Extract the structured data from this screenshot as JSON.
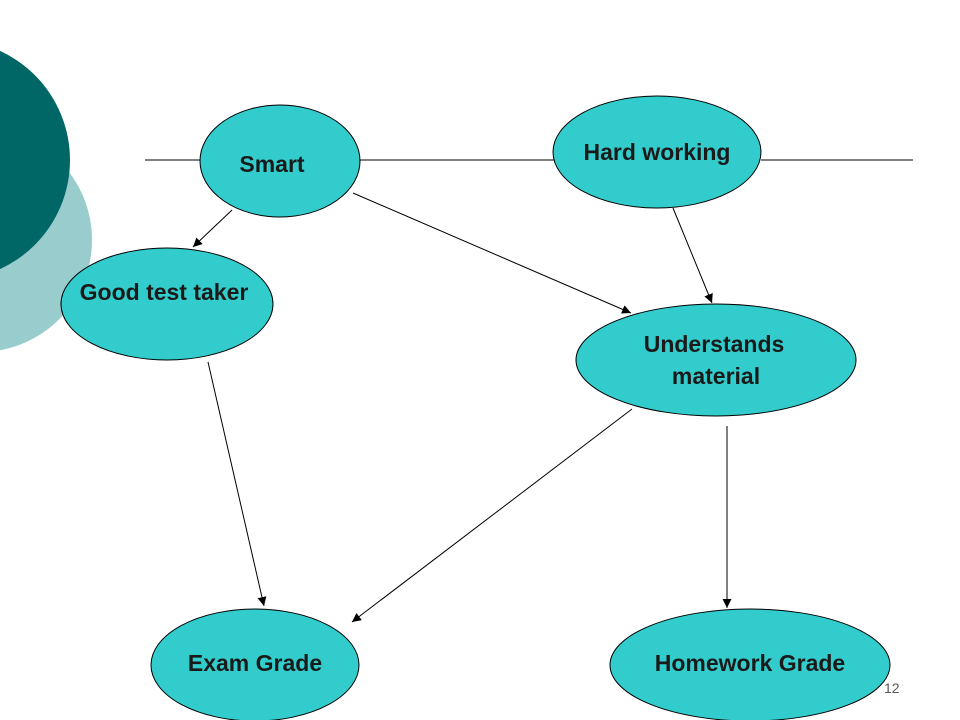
{
  "colors": {
    "node_fill": "#33cccc",
    "deco_dark": "#006666",
    "deco_light": "#99cccc"
  },
  "nodes": {
    "smart": "Smart",
    "hard_working": "Hard working",
    "good_test_taker": "Good test taker",
    "understands_line1": "Understands",
    "understands_line2": "material",
    "exam_grade": "Exam Grade",
    "homework_grade": "Homework Grade"
  },
  "page_number": "12"
}
